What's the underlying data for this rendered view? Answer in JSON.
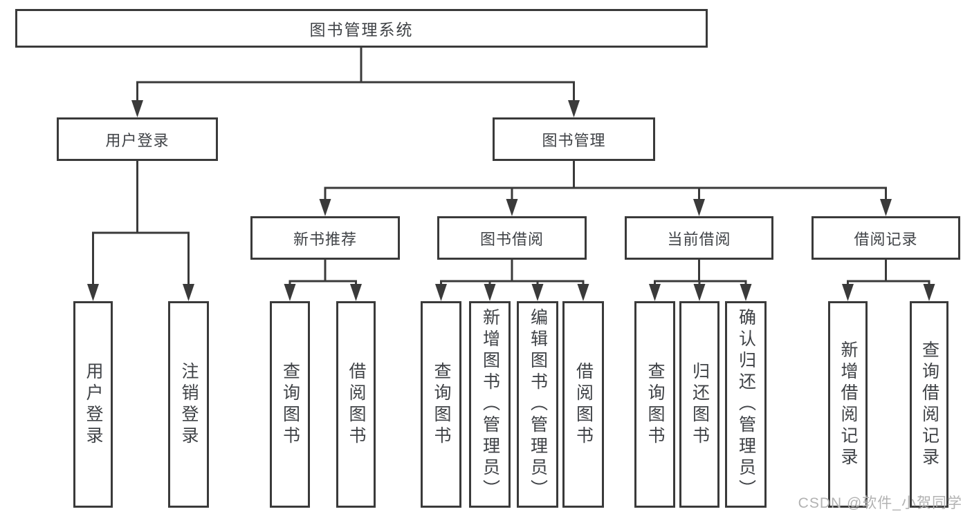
{
  "tree": {
    "label": "图书管理系统",
    "children": [
      {
        "label": "用户登录",
        "children": [
          {
            "label": "用户登录"
          },
          {
            "label": "注销登录"
          }
        ]
      },
      {
        "label": "图书管理",
        "children": [
          {
            "label": "新书推荐",
            "children": [
              {
                "label": "查询图书"
              },
              {
                "label": "借阅图书"
              }
            ]
          },
          {
            "label": "图书借阅",
            "children": [
              {
                "label": "查询图书"
              },
              {
                "label": "新增图书（管理员）"
              },
              {
                "label": "编辑图书（管理员）"
              },
              {
                "label": "借阅图书"
              }
            ]
          },
          {
            "label": "当前借阅",
            "children": [
              {
                "label": "查询图书"
              },
              {
                "label": "归还图书"
              },
              {
                "label": "确认归还（管理员）"
              }
            ]
          },
          {
            "label": "借阅记录",
            "children": [
              {
                "label": "新增借阅记录"
              },
              {
                "label": "查询借阅记录"
              }
            ]
          }
        ]
      }
    ]
  },
  "watermark": "CSDN @软件_小贺同学",
  "colors": {
    "line": "#3a3a3a",
    "box_border": "#3a3a3a",
    "text": "#3f4246",
    "watermark": "#b2b2b2",
    "background": "#ffffff"
  }
}
